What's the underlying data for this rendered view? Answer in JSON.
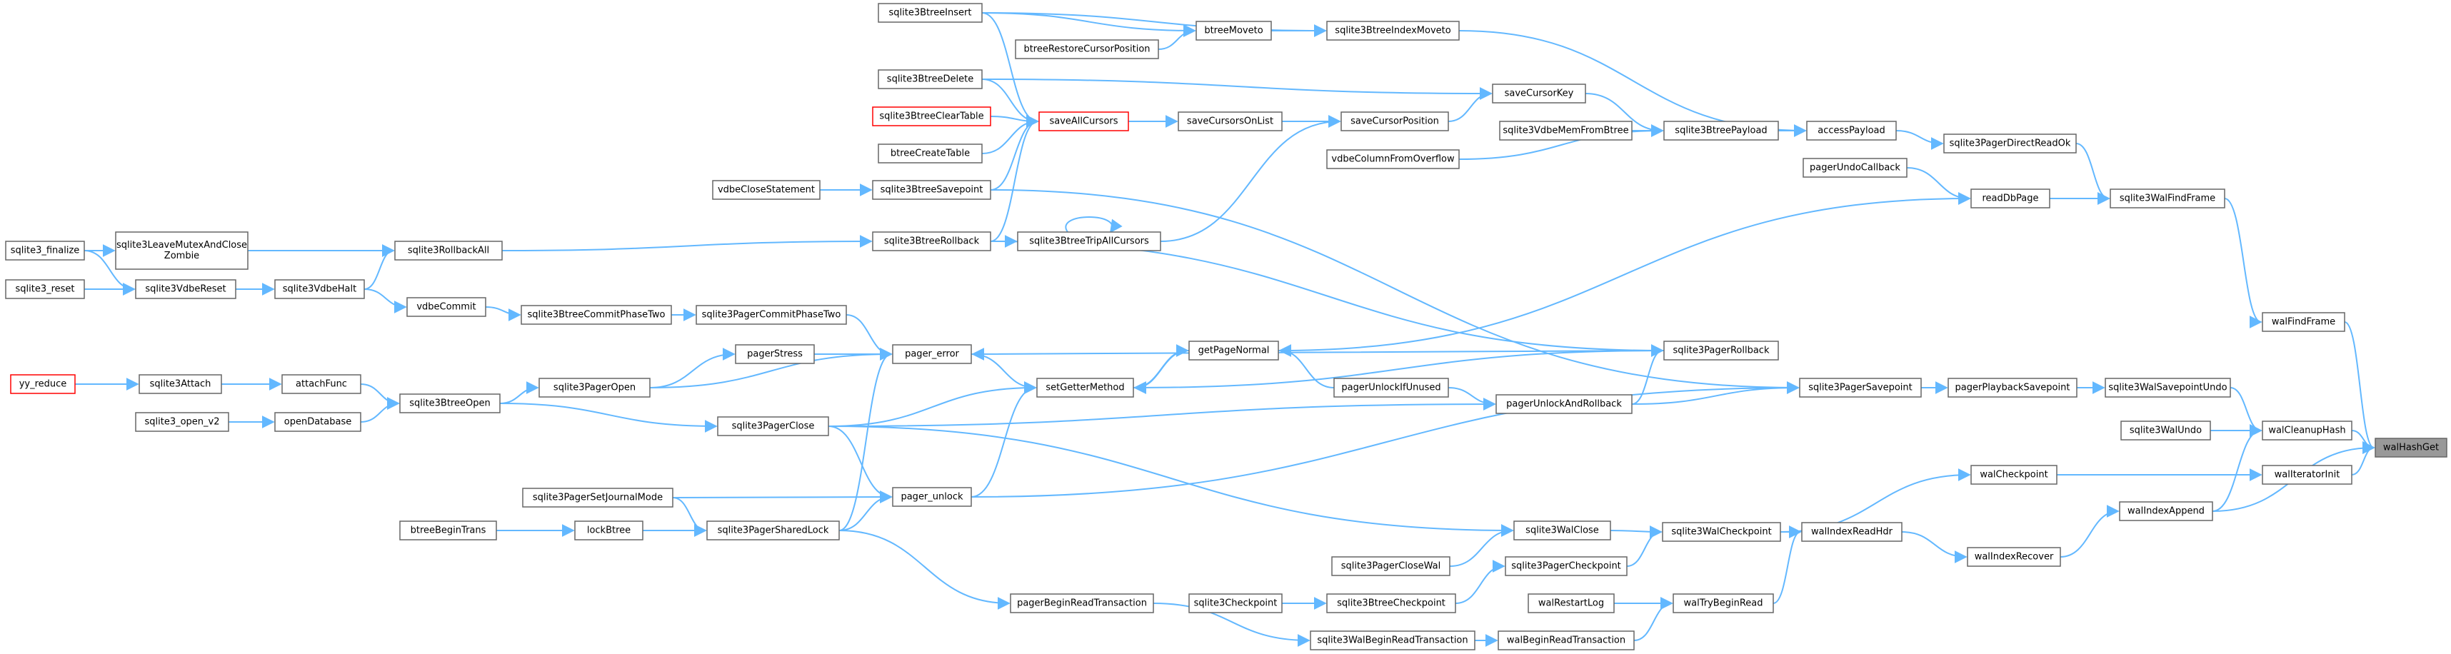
{
  "graph": {
    "title": "",
    "colors": {
      "edge": "#63b8ff",
      "border": "#666666",
      "highlight_border": "#ff0000",
      "root_fill": "#999999"
    },
    "nodes": [
      {
        "id": "yy_reduce",
        "label": "yy_reduce",
        "style": "highlight"
      },
      {
        "id": "sqlite3_finalize",
        "label": "sqlite3_finalize"
      },
      {
        "id": "sqlite3_reset",
        "label": "sqlite3_reset"
      },
      {
        "id": "sqlite3_open_v2",
        "label": "sqlite3_open_v2"
      },
      {
        "id": "sqlite3Attach",
        "label": "sqlite3Attach"
      },
      {
        "id": "sqlite3LeaveMutexAndCloseZombie",
        "label": "sqlite3LeaveMutexAndClose\nZombie"
      },
      {
        "id": "sqlite3VdbeReset",
        "label": "sqlite3VdbeReset"
      },
      {
        "id": "attachFunc",
        "label": "attachFunc"
      },
      {
        "id": "openDatabase",
        "label": "openDatabase"
      },
      {
        "id": "sqlite3VdbeHalt",
        "label": "sqlite3VdbeHalt"
      },
      {
        "id": "sqlite3RollbackAll",
        "label": "sqlite3RollbackAll"
      },
      {
        "id": "vdbeCommit",
        "label": "vdbeCommit"
      },
      {
        "id": "sqlite3BtreeOpen",
        "label": "sqlite3BtreeOpen"
      },
      {
        "id": "btreeBeginTrans",
        "label": "btreeBeginTrans"
      },
      {
        "id": "lockBtree",
        "label": "lockBtree"
      },
      {
        "id": "sqlite3PagerSetJournalMode",
        "label": "sqlite3PagerSetJournalMode"
      },
      {
        "id": "sqlite3BtreeCommitPhaseTwo",
        "label": "sqlite3BtreeCommitPhaseTwo"
      },
      {
        "id": "sqlite3PagerOpen",
        "label": "sqlite3PagerOpen"
      },
      {
        "id": "vdbeCloseStatement",
        "label": "vdbeCloseStatement"
      },
      {
        "id": "sqlite3PagerCommitPhaseTwo",
        "label": "sqlite3PagerCommitPhaseTwo"
      },
      {
        "id": "pagerStress",
        "label": "pagerStress"
      },
      {
        "id": "sqlite3PagerClose",
        "label": "sqlite3PagerClose"
      },
      {
        "id": "sqlite3PagerSharedLock",
        "label": "sqlite3PagerSharedLock"
      },
      {
        "id": "sqlite3BtreeInsert",
        "label": "sqlite3BtreeInsert"
      },
      {
        "id": "sqlite3BtreeDelete",
        "label": "sqlite3BtreeDelete"
      },
      {
        "id": "sqlite3BtreeClearTable",
        "label": "sqlite3BtreeClearTable",
        "style": "highlight"
      },
      {
        "id": "btreeCreateTable",
        "label": "btreeCreateTable"
      },
      {
        "id": "sqlite3BtreeSavepoint",
        "label": "sqlite3BtreeSavepoint"
      },
      {
        "id": "sqlite3BtreeRollback",
        "label": "sqlite3BtreeRollback"
      },
      {
        "id": "pager_error",
        "label": "pager_error"
      },
      {
        "id": "pager_unlock",
        "label": "pager_unlock"
      },
      {
        "id": "pagerBeginReadTransaction",
        "label": "pagerBeginReadTransaction"
      },
      {
        "id": "btreeRestoreCursorPosition",
        "label": "btreeRestoreCursorPosition"
      },
      {
        "id": "saveAllCursors",
        "label": "saveAllCursors",
        "style": "highlight"
      },
      {
        "id": "sqlite3BtreeTripAllCursors",
        "label": "sqlite3BtreeTripAllCursors"
      },
      {
        "id": "setGetterMethod",
        "label": "setGetterMethod"
      },
      {
        "id": "btreeMoveto",
        "label": "btreeMoveto"
      },
      {
        "id": "saveCursorsOnList",
        "label": "saveCursorsOnList"
      },
      {
        "id": "getPageNormal",
        "label": "getPageNormal"
      },
      {
        "id": "pagerUnlockIfUnused",
        "label": "pagerUnlockIfUnused"
      },
      {
        "id": "sqlite3Checkpoint",
        "label": "sqlite3Checkpoint"
      },
      {
        "id": "sqlite3BtreeIndexMoveto",
        "label": "sqlite3BtreeIndexMoveto"
      },
      {
        "id": "saveCursorPosition",
        "label": "saveCursorPosition"
      },
      {
        "id": "vdbeColumnFromOverflow",
        "label": "vdbeColumnFromOverflow"
      },
      {
        "id": "sqlite3PagerCloseWal",
        "label": "sqlite3PagerCloseWal"
      },
      {
        "id": "sqlite3BtreeCheckpoint",
        "label": "sqlite3BtreeCheckpoint"
      },
      {
        "id": "sqlite3WalBeginReadTransaction",
        "label": "sqlite3WalBeginReadTransaction"
      },
      {
        "id": "saveCursorKey",
        "label": "saveCursorKey"
      },
      {
        "id": "sqlite3VdbeMemFromBtree",
        "label": "sqlite3VdbeMemFromBtree"
      },
      {
        "id": "pagerUnlockAndRollback",
        "label": "pagerUnlockAndRollback"
      },
      {
        "id": "sqlite3WalClose",
        "label": "sqlite3WalClose"
      },
      {
        "id": "sqlite3PagerCheckpoint",
        "label": "sqlite3PagerCheckpoint"
      },
      {
        "id": "walRestartLog",
        "label": "walRestartLog"
      },
      {
        "id": "walBeginReadTransaction",
        "label": "walBeginReadTransaction"
      },
      {
        "id": "sqlite3BtreePayload",
        "label": "sqlite3BtreePayload"
      },
      {
        "id": "sqlite3PagerRollback",
        "label": "sqlite3PagerRollback"
      },
      {
        "id": "sqlite3WalCheckpoint",
        "label": "sqlite3WalCheckpoint"
      },
      {
        "id": "walTryBeginRead",
        "label": "walTryBeginRead"
      },
      {
        "id": "accessPayload",
        "label": "accessPayload"
      },
      {
        "id": "pagerUndoCallback",
        "label": "pagerUndoCallback"
      },
      {
        "id": "sqlite3PagerSavepoint",
        "label": "sqlite3PagerSavepoint"
      },
      {
        "id": "walIndexReadHdr",
        "label": "walIndexReadHdr"
      },
      {
        "id": "sqlite3PagerDirectReadOk",
        "label": "sqlite3PagerDirectReadOk"
      },
      {
        "id": "readDbPage",
        "label": "readDbPage"
      },
      {
        "id": "pagerPlaybackSavepoint",
        "label": "pagerPlaybackSavepoint"
      },
      {
        "id": "walCheckpoint",
        "label": "walCheckpoint"
      },
      {
        "id": "walIndexRecover",
        "label": "walIndexRecover"
      },
      {
        "id": "sqlite3WalFindFrame",
        "label": "sqlite3WalFindFrame"
      },
      {
        "id": "sqlite3WalSavepointUndo",
        "label": "sqlite3WalSavepointUndo"
      },
      {
        "id": "sqlite3WalUndo",
        "label": "sqlite3WalUndo"
      },
      {
        "id": "walIndexAppend",
        "label": "walIndexAppend"
      },
      {
        "id": "walFindFrame",
        "label": "walFindFrame"
      },
      {
        "id": "walCleanupHash",
        "label": "walCleanupHash"
      },
      {
        "id": "walIteratorInit",
        "label": "walIteratorInit"
      },
      {
        "id": "walHashGet",
        "label": "walHashGet",
        "style": "root"
      }
    ],
    "edges": [
      [
        "walFindFrame",
        "walHashGet"
      ],
      [
        "walCleanupHash",
        "walHashGet"
      ],
      [
        "walIteratorInit",
        "walHashGet"
      ],
      [
        "walIndexAppend",
        "walHashGet"
      ],
      [
        "sqlite3WalFindFrame",
        "walFindFrame"
      ],
      [
        "sqlite3WalSavepointUndo",
        "walCleanupHash"
      ],
      [
        "sqlite3WalUndo",
        "walCleanupHash"
      ],
      [
        "walIndexAppend",
        "walCleanupHash"
      ],
      [
        "walCheckpoint",
        "walIteratorInit"
      ],
      [
        "walIndexRecover",
        "walIndexAppend"
      ],
      [
        "sqlite3PagerDirectReadOk",
        "sqlite3WalFindFrame"
      ],
      [
        "readDbPage",
        "sqlite3WalFindFrame"
      ],
      [
        "pagerPlaybackSavepoint",
        "sqlite3WalSavepointUndo"
      ],
      [
        "sqlite3WalCheckpoint",
        "walCheckpoint"
      ],
      [
        "walIndexReadHdr",
        "walIndexRecover"
      ],
      [
        "accessPayload",
        "sqlite3PagerDirectReadOk"
      ],
      [
        "pagerUndoCallback",
        "readDbPage"
      ],
      [
        "getPageNormal",
        "readDbPage"
      ],
      [
        "sqlite3PagerSavepoint",
        "pagerPlaybackSavepoint"
      ],
      [
        "sqlite3WalCheckpoint",
        "walIndexReadHdr"
      ],
      [
        "walTryBeginRead",
        "walIndexReadHdr"
      ],
      [
        "sqlite3BtreePayload",
        "accessPayload"
      ],
      [
        "sqlite3BtreeIndexMoveto",
        "accessPayload"
      ],
      [
        "sqlite3BtreeSavepoint",
        "sqlite3PagerSavepoint"
      ],
      [
        "pagerUnlockAndRollback",
        "sqlite3PagerSavepoint"
      ],
      [
        "pager_unlock",
        "sqlite3PagerSavepoint"
      ],
      [
        "sqlite3WalClose",
        "sqlite3WalCheckpoint"
      ],
      [
        "sqlite3PagerCheckpoint",
        "sqlite3WalCheckpoint"
      ],
      [
        "walRestartLog",
        "walTryBeginRead"
      ],
      [
        "walBeginReadTransaction",
        "walTryBeginRead"
      ],
      [
        "saveCursorKey",
        "sqlite3BtreePayload"
      ],
      [
        "sqlite3VdbeMemFromBtree",
        "sqlite3BtreePayload"
      ],
      [
        "vdbeColumnFromOverflow",
        "sqlite3BtreePayload"
      ],
      [
        "sqlite3BtreeInsert",
        "sqlite3BtreeIndexMoveto"
      ],
      [
        "btreeMoveto",
        "sqlite3BtreeIndexMoveto"
      ],
      [
        "pagerUnlockAndRollback",
        "sqlite3PagerRollback"
      ],
      [
        "sqlite3BtreeRollback",
        "sqlite3PagerRollback"
      ],
      [
        "sqlite3PagerRollback",
        "pager_error"
      ],
      [
        "sqlite3PagerRollback",
        "setGetterMethod"
      ],
      [
        "sqlite3PagerClose",
        "sqlite3WalClose"
      ],
      [
        "sqlite3PagerCloseWal",
        "sqlite3WalClose"
      ],
      [
        "sqlite3BtreeCheckpoint",
        "sqlite3PagerCheckpoint"
      ],
      [
        "sqlite3WalBeginReadTransaction",
        "walBeginReadTransaction"
      ],
      [
        "saveCursorPosition",
        "saveCursorKey"
      ],
      [
        "sqlite3BtreeDelete",
        "saveCursorKey"
      ],
      [
        "pagerUnlockIfUnused",
        "pagerUnlockAndRollback"
      ],
      [
        "sqlite3PagerClose",
        "pagerUnlockAndRollback"
      ],
      [
        "saveCursorsOnList",
        "saveCursorPosition"
      ],
      [
        "sqlite3BtreeTripAllCursors",
        "saveCursorPosition"
      ],
      [
        "sqlite3Checkpoint",
        "sqlite3BtreeCheckpoint"
      ],
      [
        "pagerBeginReadTransaction",
        "sqlite3WalBeginReadTransaction"
      ],
      [
        "btreeRestoreCursorPosition",
        "btreeMoveto"
      ],
      [
        "sqlite3BtreeInsert",
        "btreeMoveto"
      ],
      [
        "saveAllCursors",
        "saveCursorsOnList"
      ],
      [
        "getPageNormal",
        "setGetterMethod"
      ],
      [
        "setGetterMethod",
        "getPageNormal"
      ],
      [
        "pagerUnlockIfUnused",
        "getPageNormal"
      ],
      [
        "pager_unlock",
        "setGetterMethod"
      ],
      [
        "pager_error",
        "setGetterMethod"
      ],
      [
        "sqlite3PagerClose",
        "setGetterMethod"
      ],
      [
        "sqlite3PagerSharedLock",
        "pager_unlock"
      ],
      [
        "sqlite3PagerClose",
        "pager_unlock"
      ],
      [
        "sqlite3PagerSetJournalMode",
        "pager_unlock"
      ],
      [
        "sqlite3PagerSharedLock",
        "pager_error"
      ],
      [
        "sqlite3PagerSharedLock",
        "pagerBeginReadTransaction"
      ],
      [
        "pagerStress",
        "pager_error"
      ],
      [
        "sqlite3PagerCommitPhaseTwo",
        "pager_error"
      ],
      [
        "sqlite3PagerOpen",
        "pager_error"
      ],
      [
        "sqlite3BtreeRollback",
        "sqlite3BtreeTripAllCursors"
      ],
      [
        "sqlite3BtreeTripAllCursors",
        "sqlite3BtreeTripAllCursors"
      ],
      [
        "sqlite3BtreeInsert",
        "saveAllCursors"
      ],
      [
        "sqlite3BtreeDelete",
        "saveAllCursors"
      ],
      [
        "sqlite3BtreeClearTable",
        "saveAllCursors"
      ],
      [
        "btreeCreateTable",
        "saveAllCursors"
      ],
      [
        "sqlite3BtreeSavepoint",
        "saveAllCursors"
      ],
      [
        "sqlite3BtreeRollback",
        "saveAllCursors"
      ],
      [
        "vdbeCloseStatement",
        "sqlite3BtreeSavepoint"
      ],
      [
        "sqlite3RollbackAll",
        "sqlite3BtreeRollback"
      ],
      [
        "sqlite3PagerOpen",
        "pagerStress"
      ],
      [
        "sqlite3BtreeCommitPhaseTwo",
        "sqlite3PagerCommitPhaseTwo"
      ],
      [
        "vdbeCommit",
        "sqlite3BtreeCommitPhaseTwo"
      ],
      [
        "sqlite3BtreeOpen",
        "sqlite3PagerOpen"
      ],
      [
        "sqlite3BtreeOpen",
        "sqlite3PagerClose"
      ],
      [
        "lockBtree",
        "sqlite3PagerSharedLock"
      ],
      [
        "btreeBeginTrans",
        "lockBtree"
      ],
      [
        "sqlite3PagerSetJournalMode",
        "sqlite3PagerSharedLock"
      ],
      [
        "sqlite3VdbeHalt",
        "sqlite3RollbackAll"
      ],
      [
        "sqlite3VdbeHalt",
        "vdbeCommit"
      ],
      [
        "sqlite3LeaveMutexAndCloseZombie",
        "sqlite3RollbackAll"
      ],
      [
        "sqlite3VdbeReset",
        "sqlite3VdbeHalt"
      ],
      [
        "attachFunc",
        "sqlite3BtreeOpen"
      ],
      [
        "openDatabase",
        "sqlite3BtreeOpen"
      ],
      [
        "sqlite3Attach",
        "attachFunc"
      ],
      [
        "yy_reduce",
        "sqlite3Attach"
      ],
      [
        "sqlite3_open_v2",
        "openDatabase"
      ],
      [
        "sqlite3_finalize",
        "sqlite3LeaveMutexAndCloseZombie"
      ],
      [
        "sqlite3_finalize",
        "sqlite3VdbeReset"
      ],
      [
        "sqlite3_reset",
        "sqlite3VdbeReset"
      ]
    ]
  }
}
